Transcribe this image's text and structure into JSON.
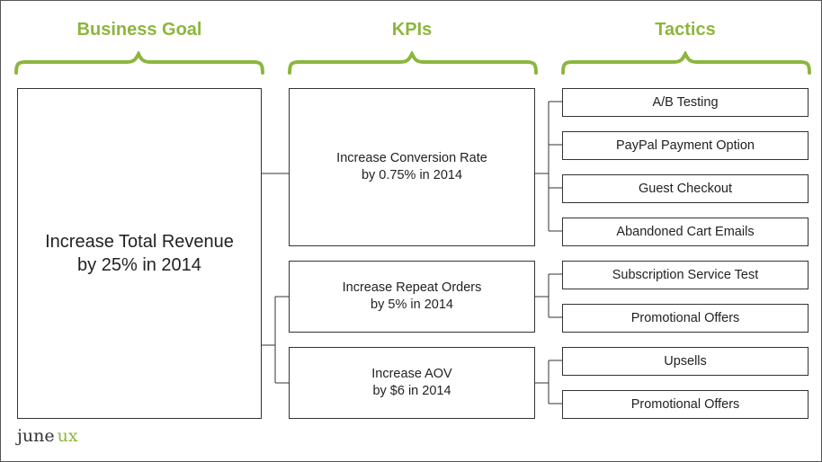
{
  "headers": {
    "goal": "Business Goal",
    "kpis": "KPIs",
    "tactics": "Tactics"
  },
  "goal": {
    "line1": "Increase Total Revenue",
    "line2": "by 25% in 2014"
  },
  "kpis": [
    {
      "line1": "Increase Conversion Rate",
      "line2": "by 0.75% in 2014",
      "tactics": [
        "A/B Testing",
        "PayPal Payment Option",
        "Guest Checkout",
        "Abandoned Cart Emails"
      ]
    },
    {
      "line1": "Increase Repeat Orders",
      "line2": "by 5% in 2014",
      "tactics": [
        "Subscription Service Test",
        "Promotional Offers"
      ]
    },
    {
      "line1": "Increase AOV",
      "line2": "by $6 in 2014",
      "tactics": [
        "Upsells",
        "Promotional Offers"
      ]
    }
  ],
  "logo": {
    "word1": "june",
    "word2": "ux"
  },
  "colors": {
    "accent": "#8cb63c",
    "border": "#333333",
    "text": "#222222"
  }
}
